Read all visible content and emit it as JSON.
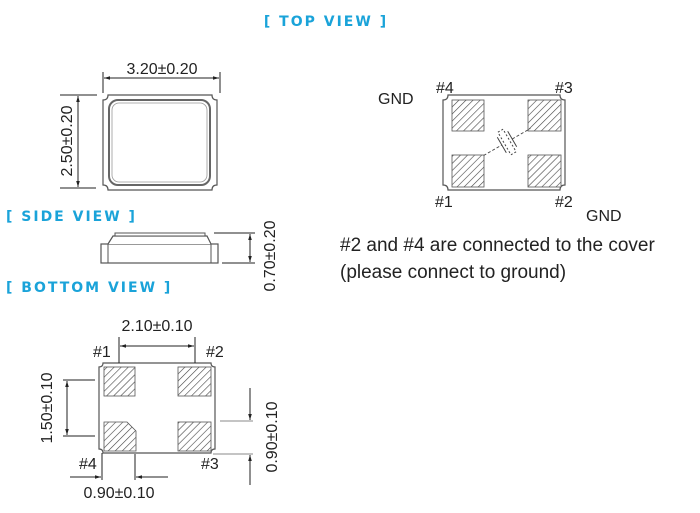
{
  "colors": {
    "heading": "#1aa3d9",
    "line": "#222222"
  },
  "headings": {
    "top_view": "[ TOP VIEW ]",
    "side_view": "[ SIDE VIEW ]",
    "bottom_view": "[ BOTTOM VIEW ]"
  },
  "top_view": {
    "width_dim": "3.20±0.20",
    "height_dim": "2.50±0.20"
  },
  "side_view": {
    "thickness_dim": "0.70±0.20"
  },
  "bottom_view": {
    "pad_pitch_dim": "2.10±0.10",
    "pad_vertical_dim": "1.50±0.10",
    "pad_height_dim": "0.90±0.10",
    "pad_width_dim": "0.90±0.10",
    "pins": [
      "#1",
      "#2",
      "#3",
      "#4"
    ]
  },
  "pinout": {
    "pins": {
      "p1": "#1",
      "p2": "#2",
      "p3": "#3",
      "p4": "#4"
    },
    "gnd_top": "GND",
    "gnd_bottom": "GND",
    "note_line1": "#2 and #4 are connected to the cover",
    "note_line2": "(please connect to ground)"
  }
}
